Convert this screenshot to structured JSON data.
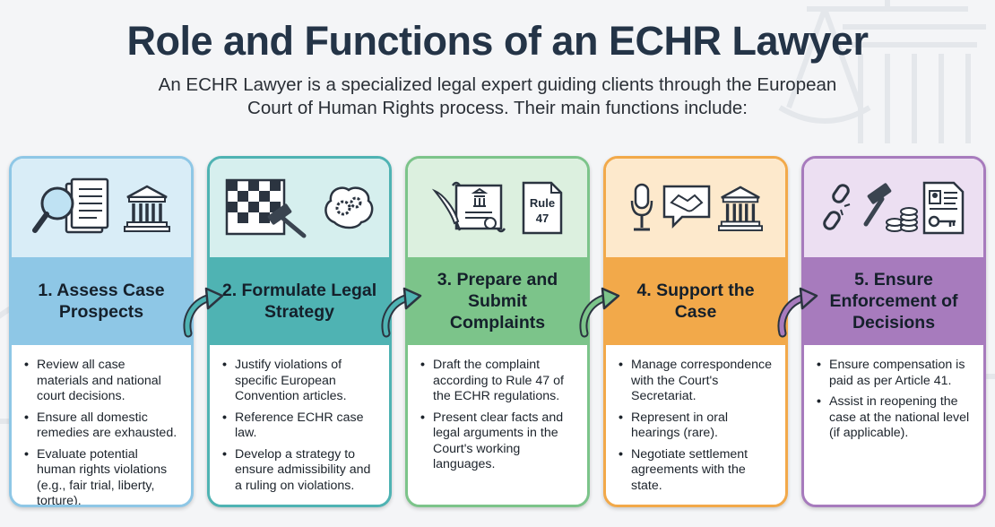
{
  "title": "Role and Functions of an ECHR Lawyer",
  "subtitle": "An ECHR Lawyer is a specialized legal expert guiding clients through the European Court of Human Rights process. Their main functions include:",
  "colors": {
    "blue": "#8ec7e6",
    "teal": "#4fb3b3",
    "green": "#7cc48a",
    "orange": "#f2a94a",
    "purple": "#a77bbd"
  },
  "cards": [
    {
      "heading": "1. Assess Case Prospects",
      "icons": [
        "magnifier-documents-icon",
        "courthouse-icon"
      ],
      "bullets": [
        "Review all case materials and national court decisions.",
        "Ensure all domestic remedies are exhausted.",
        "Evaluate potential human rights violations (e.g., fair trial, liberty, torture)."
      ]
    },
    {
      "heading": "2. Formulate Legal Strategy",
      "icons": [
        "chessboard-gavel-icon",
        "brain-gears-icon"
      ],
      "bullets": [
        "Justify violations of specific European Convention articles.",
        "Reference ECHR case law.",
        "Develop a strategy to ensure admissibility and a ruling on violations."
      ]
    },
    {
      "heading": "3. Prepare and Submit Complaints",
      "icons": [
        "quill-scroll-icon",
        "rule-47-document-icon"
      ],
      "rule_label": "Rule 47",
      "bullets": [
        "Draft the complaint according to Rule 47 of the ECHR regulations.",
        "Present clear facts and legal arguments in the Court's working languages."
      ]
    },
    {
      "heading": "4. Support the Case",
      "icons": [
        "microphone-icon",
        "handshake-icon",
        "courthouse-icon"
      ],
      "bullets": [
        "Manage correspondence with the Court's Secretariat.",
        "Represent in oral hearings (rare).",
        "Negotiate settlement agreements with the state."
      ]
    },
    {
      "heading": "5. Ensure Enforcement of Decisions",
      "icons": [
        "broken-chain-icon",
        "gavel-coins-icon",
        "document-key-icon"
      ],
      "bullets": [
        "Ensure compensation is paid as per Article 41.",
        "Assist in reopening the case at the national level (if applicable)."
      ]
    }
  ]
}
